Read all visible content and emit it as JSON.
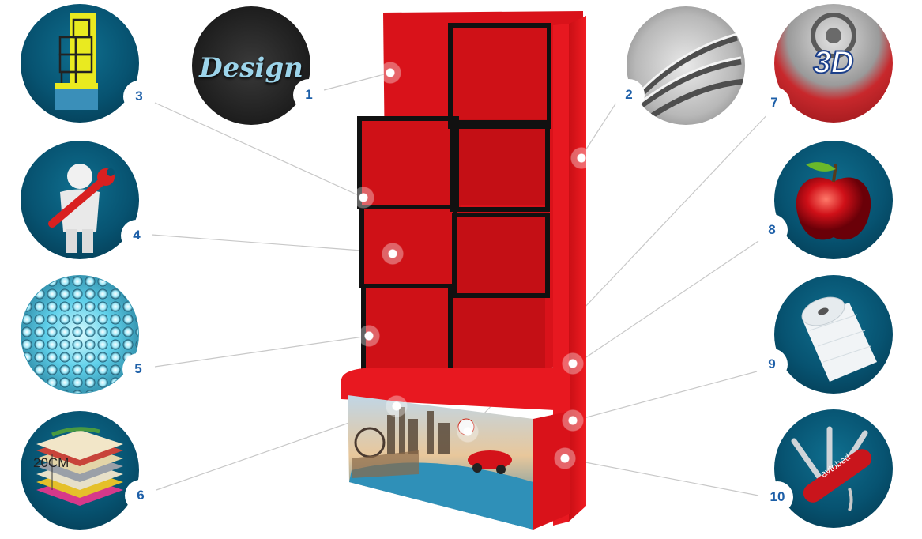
{
  "features": [
    {
      "num": "1",
      "icon": "design-text-icon",
      "caption": "Design"
    },
    {
      "num": "2",
      "icon": "metal-ribbons-icon"
    },
    {
      "num": "3",
      "icon": "yellow-shelf-icon"
    },
    {
      "num": "4",
      "icon": "worker-wrench-icon"
    },
    {
      "num": "5",
      "icon": "led-lights-icon"
    },
    {
      "num": "6",
      "icon": "material-layers-icon",
      "caption": "20CM"
    },
    {
      "num": "7",
      "icon": "3d-badge-icon",
      "caption": "3D"
    },
    {
      "num": "8",
      "icon": "apple-icon"
    },
    {
      "num": "9",
      "icon": "foam-roll-icon"
    },
    {
      "num": "10",
      "icon": "swiss-knife-icon",
      "caption": "avtobed"
    }
  ],
  "colors": {
    "shelf_red": "#e4141b",
    "shelf_dark_red": "#b50d12",
    "frame_black": "#111111",
    "badge_text": "#1d5fa8",
    "circle_blue": "#075371"
  }
}
